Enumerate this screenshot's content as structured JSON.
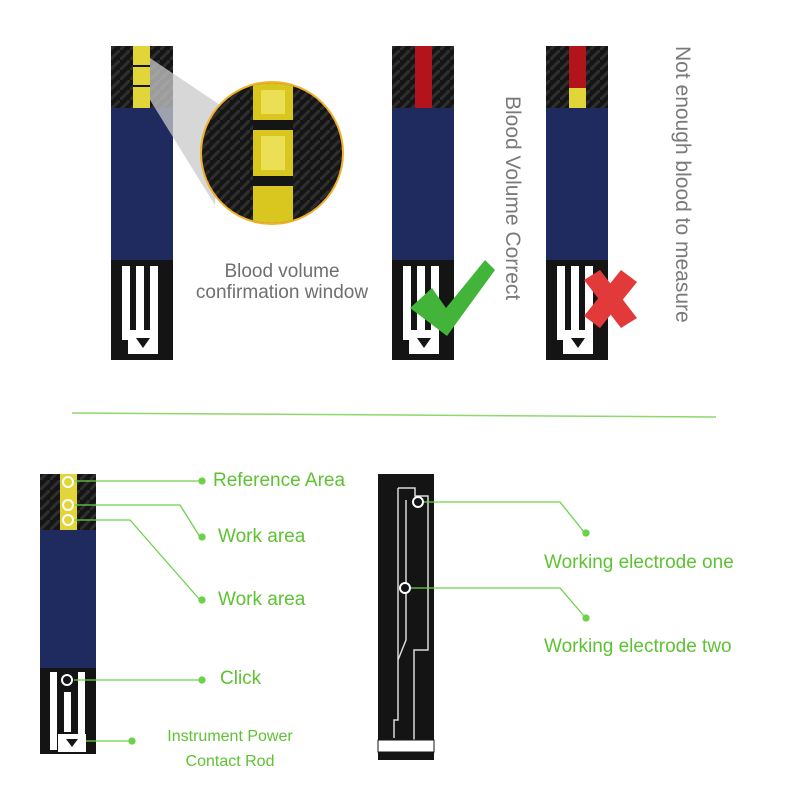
{
  "top": {
    "confirmation_window_label_line1": "Blood volume",
    "confirmation_window_label_line2": "confirmation window",
    "correct_label": "Blood Volume Correct",
    "not_enough_label": "Not enough blood to measure"
  },
  "bottom": {
    "reference_area": "Reference Area",
    "work_area_1": "Work area",
    "work_area_2": "Work area",
    "click": "Click",
    "contact_rod_line1": "Instrument Power",
    "contact_rod_line2": "Contact Rod",
    "electrode_one": "Working electrode one",
    "electrode_two": "Working electrode two"
  },
  "colors": {
    "strip_blue": "#1f2a5e",
    "strip_black": "#141414",
    "window_yellow": "#e2d53a",
    "blood_red": "#b3141b",
    "label_green": "#5ec233",
    "check_green": "#43b43a",
    "cross_red": "#e23a3a"
  },
  "icons": [
    "check-icon",
    "cross-icon",
    "magnifier-callout",
    "down-arrow-icon"
  ]
}
